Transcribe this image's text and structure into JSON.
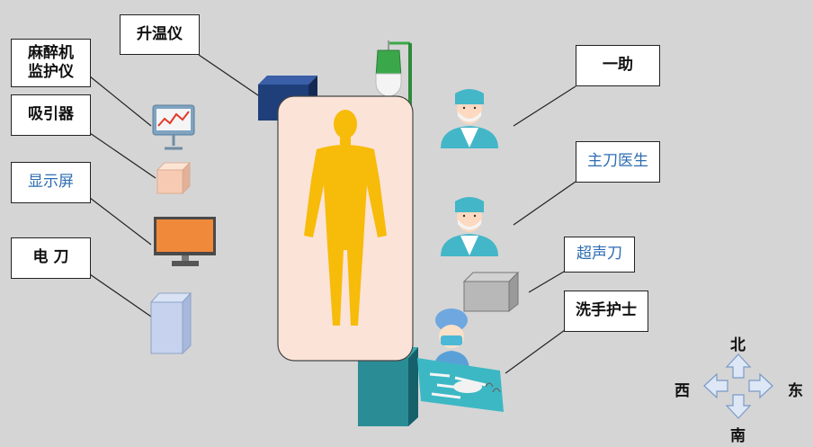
{
  "labels": {
    "warmer": "升温仪",
    "anesthesia_monitor": "麻醉机\n监护仪",
    "suction": "吸引器",
    "display": "显示屏",
    "electrosurgical": "电  刀",
    "first_assistant": "一助",
    "surgeon": "主刀医生",
    "ultrasonic_scalpel": "超声刀",
    "scrub_nurse": "洗手护士"
  },
  "compass": {
    "north": "北",
    "south": "南",
    "east": "东",
    "west": "西"
  },
  "colors": {
    "background": "#d5d5d5",
    "bed": "#fbe3d8",
    "body": "#f7bb0a",
    "accent_blue": "#2e6db2",
    "warmer_box": "#1f3f7a",
    "display_screen": "#f08a3a",
    "instrument_table": "#2a9aa5",
    "iv_bag": "#3aa84a",
    "staff_uniform": "#43b6c8"
  }
}
